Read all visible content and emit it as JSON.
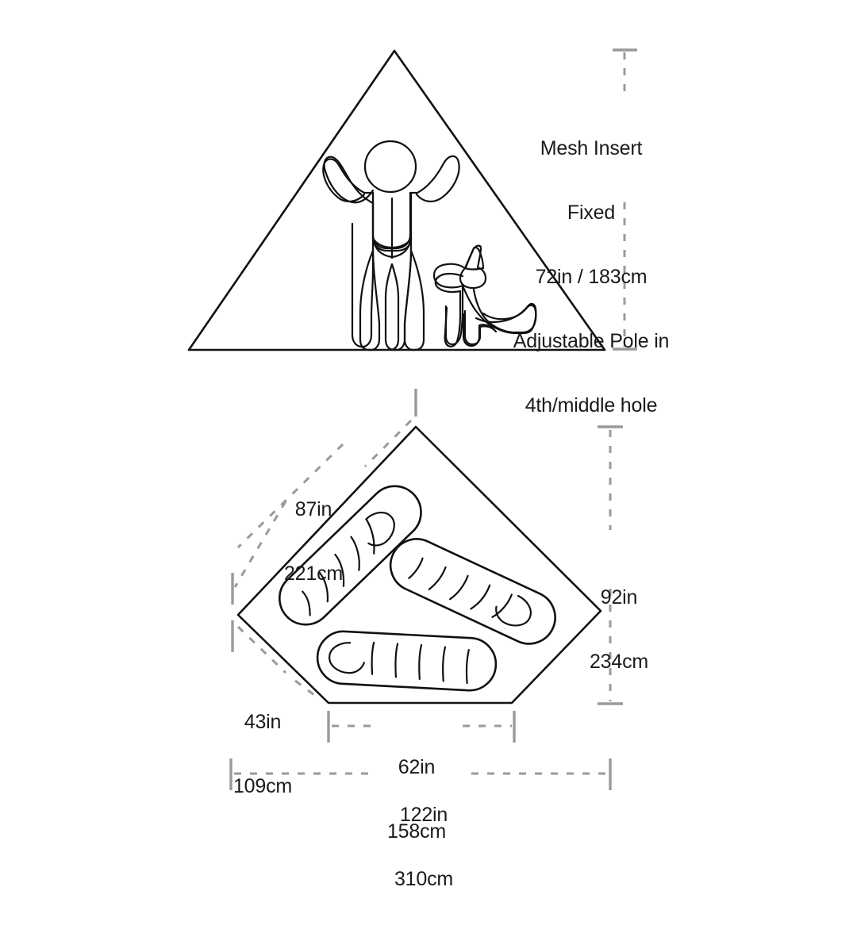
{
  "diagram": {
    "title": "Tent dimension diagram",
    "background_color": "#ffffff",
    "line_color": "#111111",
    "dimension_line_color": "#9a9a9a"
  },
  "elevation": {
    "name": "front-elevation-triangle",
    "occupants": [
      "person",
      "dog"
    ],
    "height_note": {
      "line1": "Mesh Insert",
      "line2": "Fixed",
      "line3": "72in / 183cm",
      "line4": "Adjustable Pole in",
      "line5": "4th/middle hole"
    }
  },
  "floorplan": {
    "name": "floor-plan-pentagon",
    "sleeping_pads": 3,
    "dimensions": {
      "diagonal": {
        "inches": "87in",
        "cm": "221cm"
      },
      "depth": {
        "inches": "92in",
        "cm": "234cm"
      },
      "rear_side": {
        "inches": "43in",
        "cm": "109cm"
      },
      "front_width": {
        "inches": "62in",
        "cm": "158cm"
      },
      "total_width": {
        "inches": "122in",
        "cm": "310cm"
      }
    }
  }
}
